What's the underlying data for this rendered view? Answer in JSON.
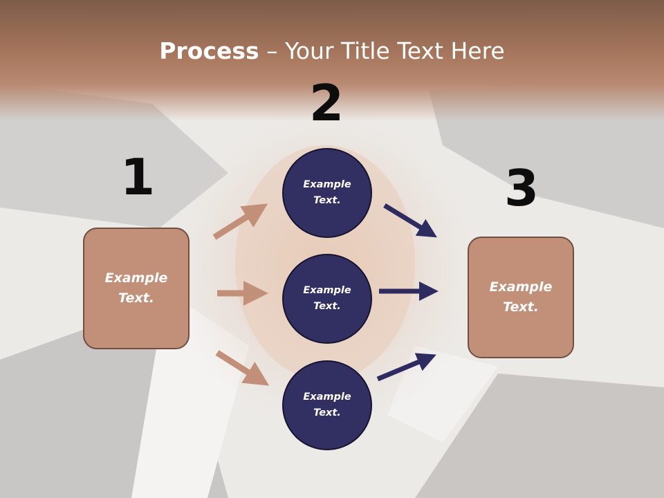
{
  "title": {
    "bold": "Process",
    "rest": " – Your Title Text Here"
  },
  "steps": {
    "one": "1",
    "two": "2",
    "three": "3"
  },
  "left_box": {
    "text": "Example Text."
  },
  "right_box": {
    "text": "Example Text."
  },
  "circles": [
    {
      "text": "Example Text."
    },
    {
      "text": "Example Text."
    },
    {
      "text": "Example Text."
    }
  ],
  "colors": {
    "banner": "#a7765d",
    "box_fill": "#c29078",
    "circle_fill": "#322f63",
    "arrow_left": "#c29078",
    "arrow_right": "#2e2b60"
  }
}
